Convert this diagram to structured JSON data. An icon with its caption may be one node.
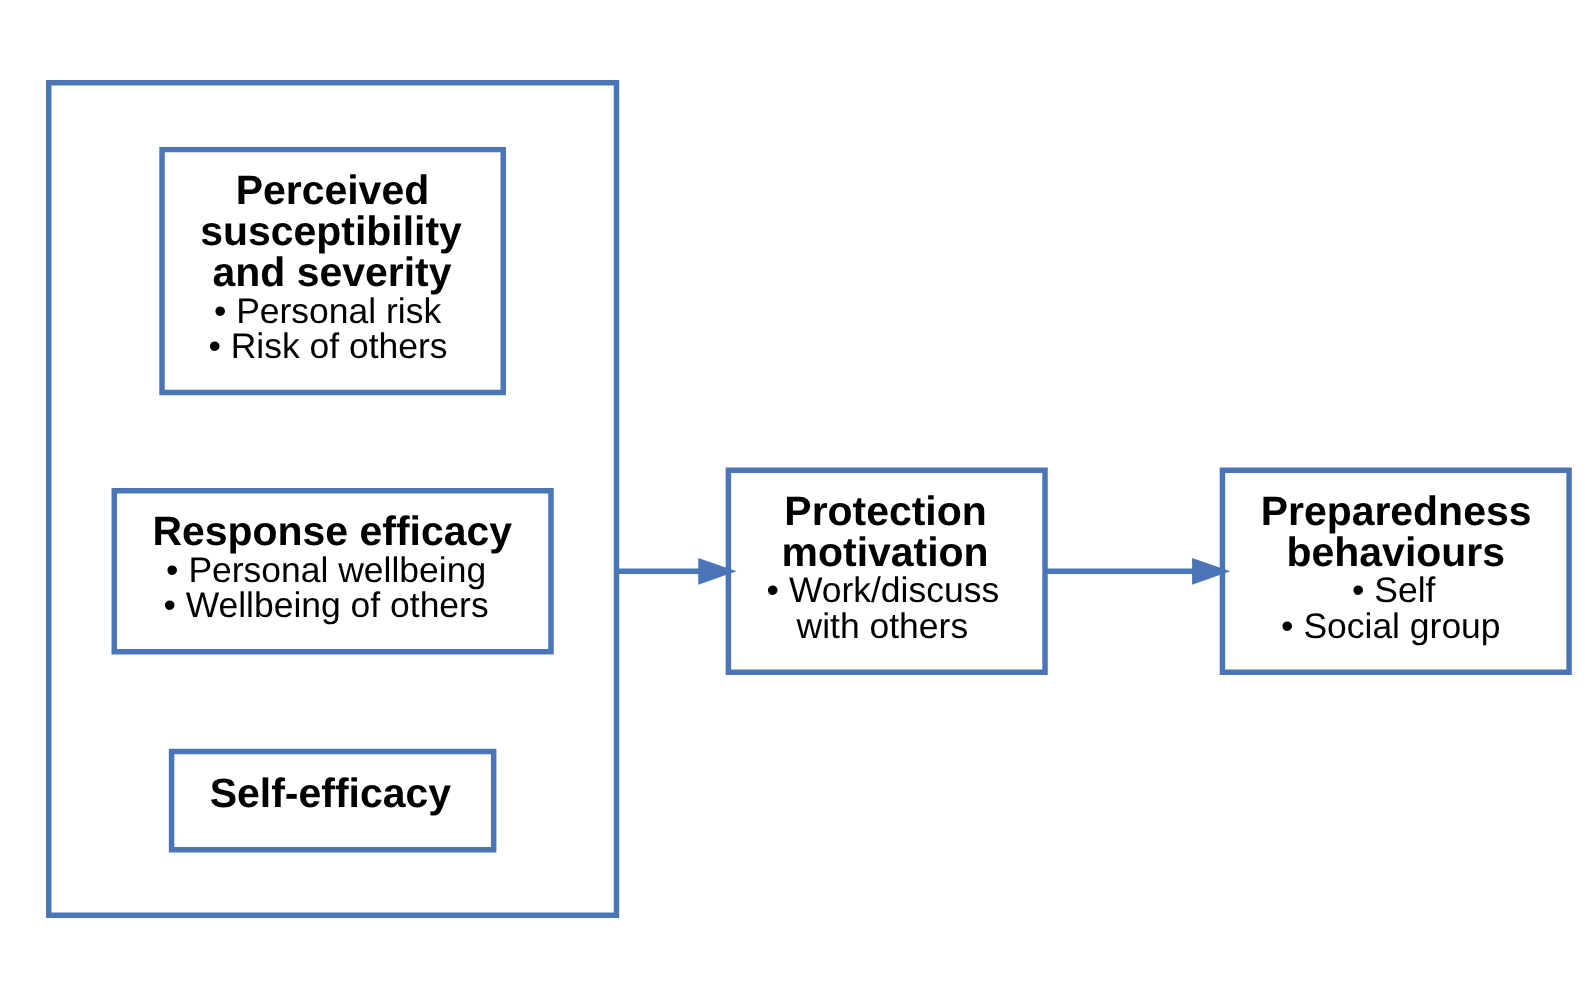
{
  "diagram": {
    "nodes": [
      {
        "text": [],
        "shape": "box"
      },
      {
        "text": [
          "Perceived susceptibility and severity",
          "• Personal risk",
          "• Risk of others"
        ],
        "in": 0
      },
      {
        "text": [
          "Response efficacy",
          "• Personal wellbeing",
          "• Wellbeing of others"
        ],
        "in": 0
      },
      {
        "text": [
          "Self-efficacy"
        ],
        "in": 0
      },
      {
        "text": [
          "Protection motivation",
          "• Work/discuss with others"
        ]
      },
      {
        "text": [
          "Preparedness behaviours",
          "• Self",
          "• Social group"
        ]
      }
    ],
    "edges": [
      {
        "from": 0,
        "to": 4,
        "arrow": "to"
      },
      {
        "from": 4,
        "to": 5,
        "arrow": "to"
      }
    ]
  }
}
